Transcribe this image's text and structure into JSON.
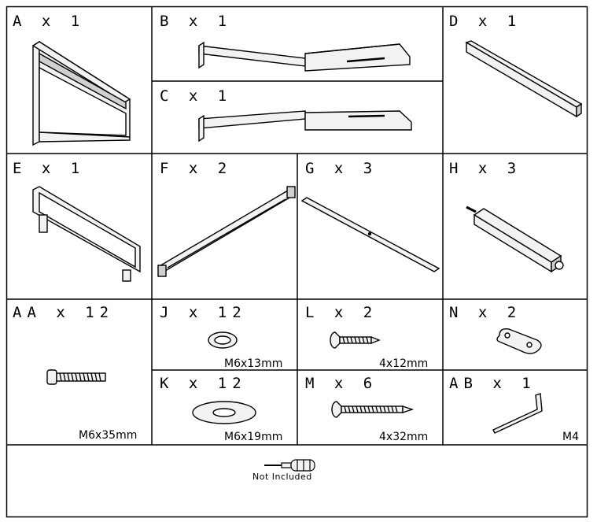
{
  "parts": [
    {
      "id": "A",
      "label": "A x 1",
      "dim": ""
    },
    {
      "id": "B",
      "label": "B x 1",
      "dim": ""
    },
    {
      "id": "C",
      "label": "C x 1",
      "dim": ""
    },
    {
      "id": "D",
      "label": "D x 1",
      "dim": ""
    },
    {
      "id": "E",
      "label": "E x 1",
      "dim": ""
    },
    {
      "id": "F",
      "label": "F x 2",
      "dim": ""
    },
    {
      "id": "G",
      "label": "G x 3",
      "dim": ""
    },
    {
      "id": "H",
      "label": "H x 3",
      "dim": ""
    },
    {
      "id": "AA",
      "label": "AA x 12",
      "dim": "M6x35mm"
    },
    {
      "id": "J",
      "label": "J x 12",
      "dim": "M6x13mm"
    },
    {
      "id": "L",
      "label": "L x 2",
      "dim": "4x12mm"
    },
    {
      "id": "N",
      "label": "N x 2",
      "dim": ""
    },
    {
      "id": "K",
      "label": "K x 12",
      "dim": "M6x19mm"
    },
    {
      "id": "M",
      "label": "M x 6",
      "dim": "4x32mm"
    },
    {
      "id": "AB",
      "label": "AB x 1",
      "dim": "M4"
    }
  ],
  "tool": {
    "icon": "screwdriver-icon",
    "note": "Not Included"
  },
  "colors": {
    "line": "#000000",
    "background": "#ffffff",
    "fill_light": "#f2f2f2",
    "fill_mid": "#d0d0d0"
  }
}
